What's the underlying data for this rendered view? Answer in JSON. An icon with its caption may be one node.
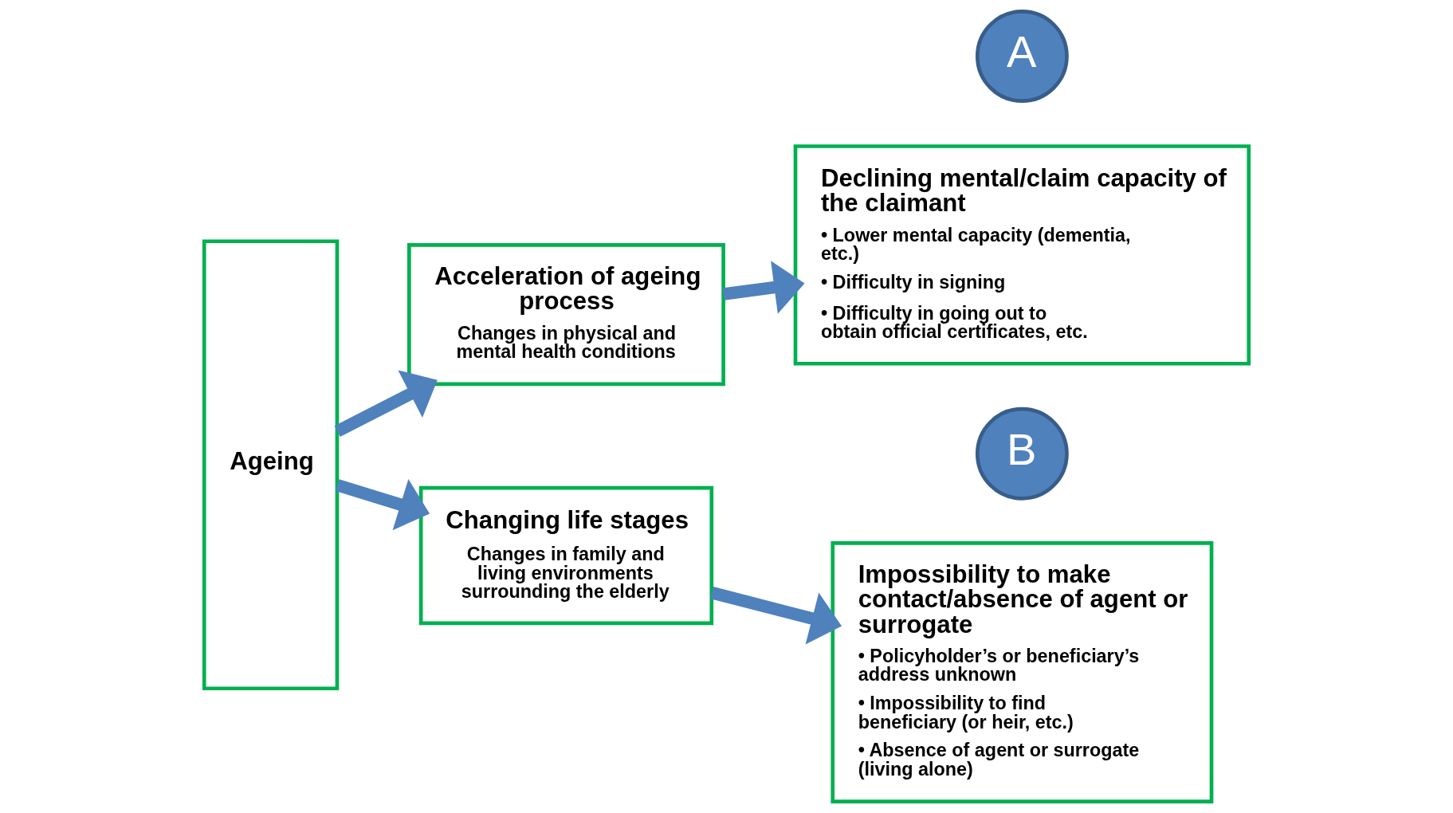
{
  "diagram": {
    "nodes": [
      {
        "text": [
          "Ageing"
        ]
      },
      {
        "text": [
          "Acceleration of ageing process",
          "Changes in physical and mental health conditions"
        ]
      },
      {
        "text": [
          "Declining mental/claim capacity of the claimant",
          "• Lower mental capacity (dementia, etc.)",
          "• Difficulty in signing",
          "• Difficulty in going out to obtain official certificates, etc."
        ]
      },
      {
        "text": [
          "A"
        ]
      },
      {
        "text": [
          "Changing life stages",
          "Changes in family and living environments surrounding the elderly"
        ]
      },
      {
        "text": [
          "Impossibility to make contact/absence of agent or surrogate",
          "• Policyholder’s or beneficiary’s address unknown",
          "• Impossibility to find beneficiary (or heir, etc.)",
          "• Absence of agent or surrogate (living alone)"
        ]
      },
      {
        "text": [
          "B"
        ]
      }
    ],
    "edges": [
      {
        "from": 0,
        "to": 1,
        "arrow": "to"
      },
      {
        "from": 1,
        "to": 2,
        "arrow": "to"
      },
      {
        "from": 0,
        "to": 4,
        "arrow": "to"
      },
      {
        "from": 4,
        "to": 5,
        "arrow": "to"
      }
    ]
  }
}
